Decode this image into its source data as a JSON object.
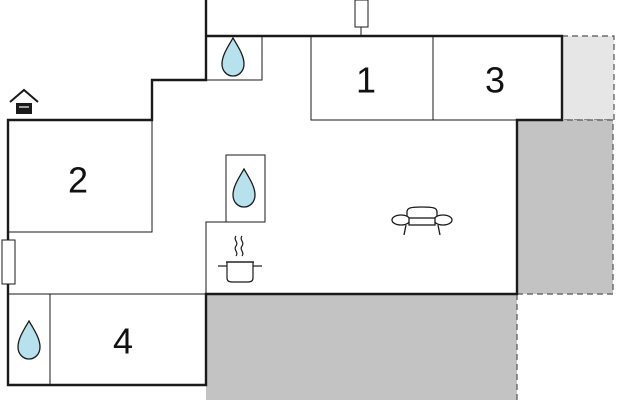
{
  "floor_plan": {
    "rooms": [
      {
        "id": "bedroom-1",
        "label": "1"
      },
      {
        "id": "bedroom-2",
        "label": "2"
      },
      {
        "id": "bedroom-3",
        "label": "3"
      },
      {
        "id": "bedroom-4",
        "label": "4"
      }
    ],
    "icons": [
      "water-drop-icon",
      "water-drop-icon",
      "water-drop-icon",
      "sofa-icon",
      "cooking-pot-icon",
      "house-entrance-icon"
    ],
    "colors": {
      "wall": "#1a1a1a",
      "terrace": "#c3c3c3",
      "outdoor_light": "#e6e6e6",
      "water_drop": "#b7e1ec",
      "background": "#ffffff"
    }
  }
}
